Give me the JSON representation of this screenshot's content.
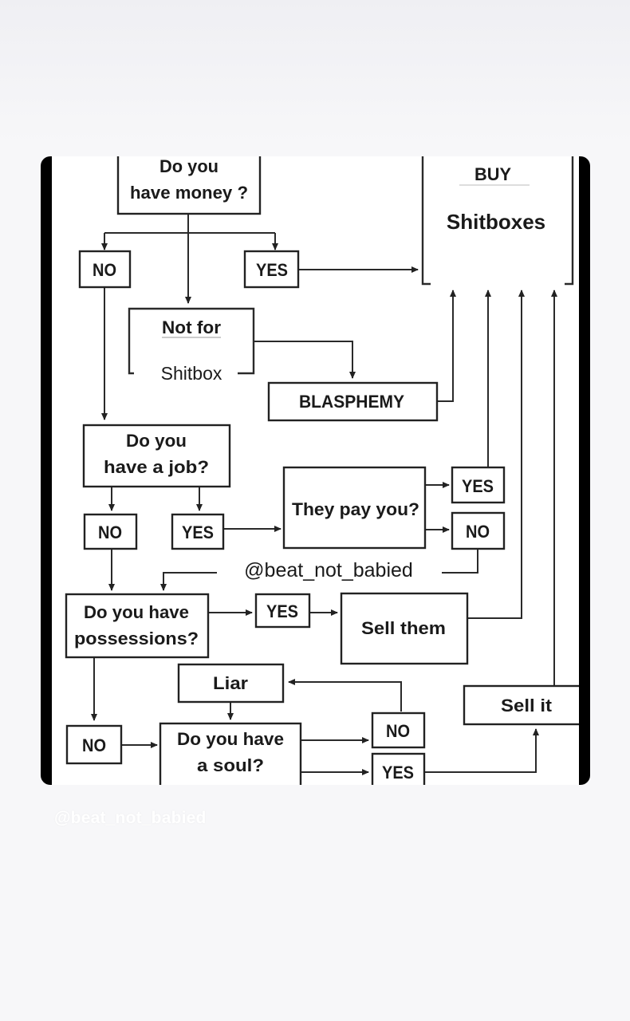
{
  "diagram": {
    "nodes": {
      "money_q": [
        "Do you",
        "have money ?"
      ],
      "buy": "BUY",
      "shitboxes": "Shitboxes",
      "no_1": "NO",
      "yes_1": "YES",
      "not_for": "Not for",
      "shitbox": "Shitbox",
      "blasphemy": "BLASPHEMY",
      "job_q": [
        "Do you",
        "have a job?"
      ],
      "they_pay": "They pay you?",
      "yes_pay": "YES",
      "no_pay": "NO",
      "no_job": "NO",
      "yes_job": "YES",
      "handle": "@beat_not_babied",
      "possessions_q": [
        "Do you have",
        "possessions?"
      ],
      "yes_poss": "YES",
      "sell_them": "Sell them",
      "liar": "Liar",
      "sell_it": "Sell it",
      "no_poss": "NO",
      "soul_q": [
        "Do you have",
        "a soul?"
      ],
      "no_soul": "NO",
      "yes_soul": "YES"
    }
  },
  "watermark": "@beat_not_babied"
}
